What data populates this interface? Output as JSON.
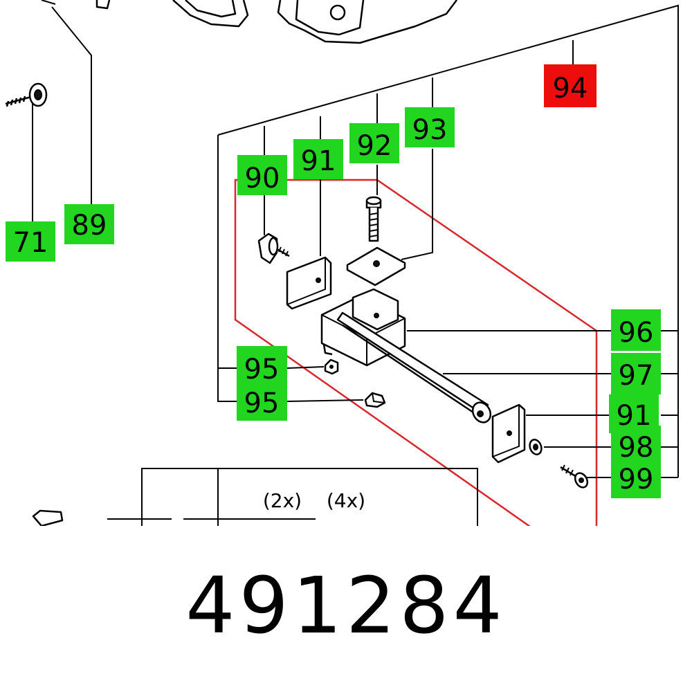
{
  "callouts": {
    "c71": "71",
    "c89": "89",
    "c90": "90",
    "c91a": "91",
    "c92": "92",
    "c93": "93",
    "c94": "94",
    "c95a": "95",
    "c95b": "95",
    "c96": "96",
    "c97": "97",
    "c91b": "91",
    "c98": "98",
    "c99": "99"
  },
  "table_quantities": {
    "q2x": "(2x)",
    "q4x": "(4x)"
  },
  "part_number": "491284",
  "colors": {
    "label_green": "#22d61f",
    "label_red": "#ee0d0d",
    "outline_red": "#d8262b"
  }
}
